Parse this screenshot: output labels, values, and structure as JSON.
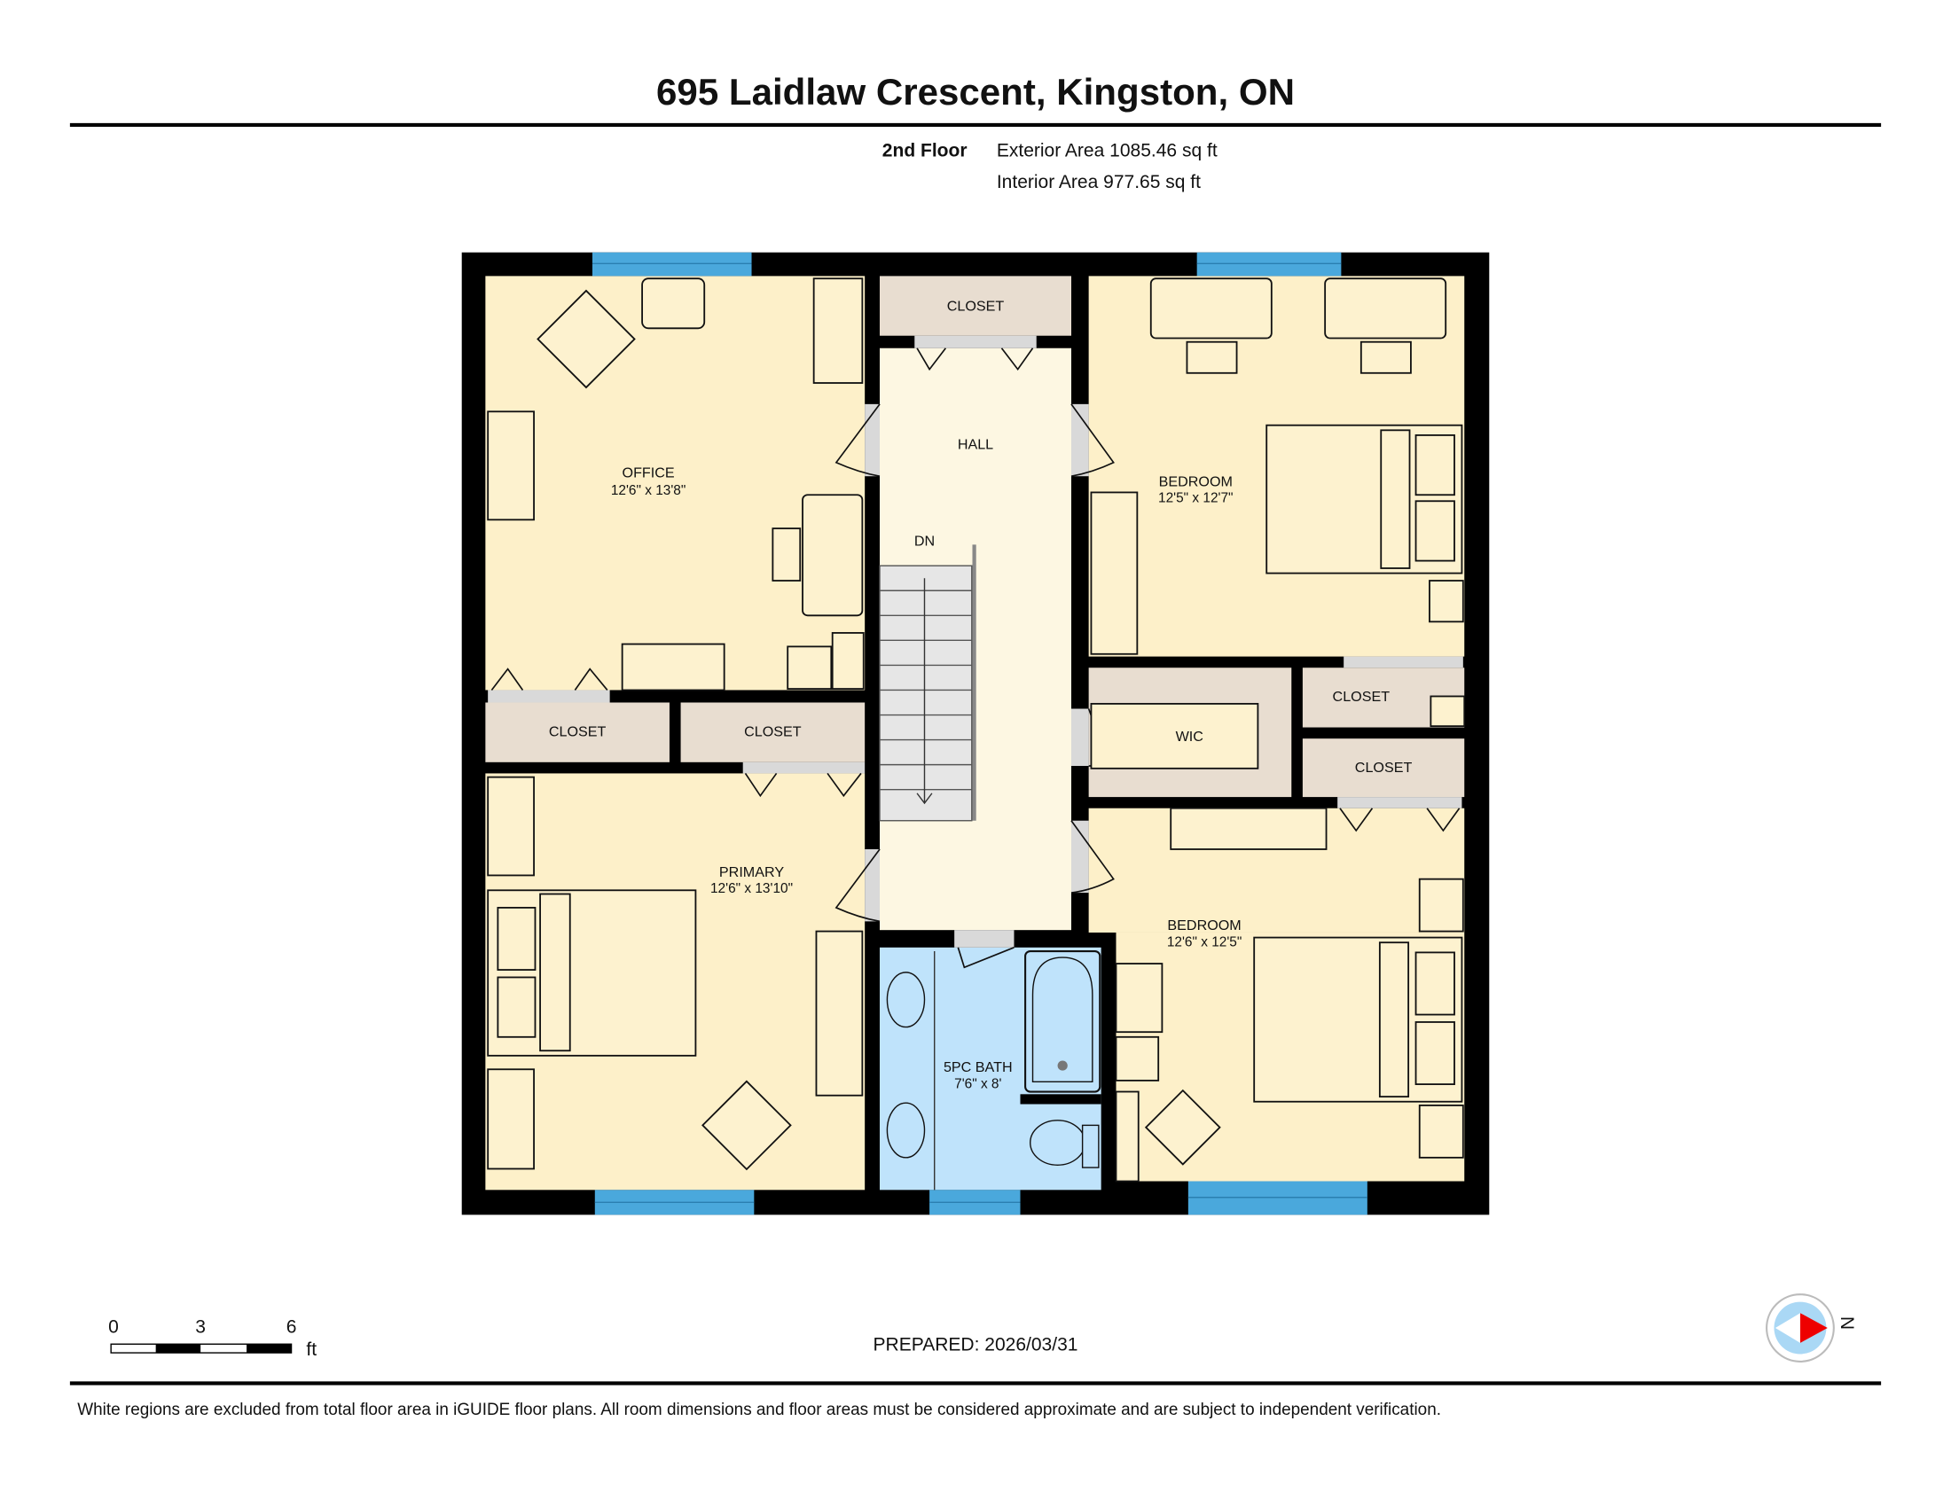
{
  "header": {
    "title": "695 Laidlaw Crescent, Kingston, ON",
    "floor": "2nd Floor",
    "exterior_area": "Exterior Area 1085.46 sq ft",
    "interior_area": "Interior Area 977.65 sq ft"
  },
  "rooms": {
    "office": {
      "name": "OFFICE",
      "dims": "12'6\" x 13'8\""
    },
    "primary": {
      "name": "PRIMARY",
      "dims": "12'6\" x 13'10\""
    },
    "hall": {
      "name": "HALL"
    },
    "stairs": {
      "label": "DN"
    },
    "closet_top": {
      "name": "CLOSET"
    },
    "closet_left1": {
      "name": "CLOSET"
    },
    "closet_left2": {
      "name": "CLOSET"
    },
    "bedroom1": {
      "name": "BEDROOM",
      "dims": "12'5\" x 12'7\""
    },
    "wic": {
      "name": "WIC"
    },
    "closet_right1": {
      "name": "CLOSET"
    },
    "closet_right2": {
      "name": "CLOSET"
    },
    "bedroom2": {
      "name": "BEDROOM",
      "dims": "12'6\" x 12'5\""
    },
    "bath": {
      "name": "5PC BATH",
      "dims": "7'6\" x 8'"
    }
  },
  "scale_bar": {
    "ticks": [
      "0",
      "3",
      "6"
    ],
    "unit": "ft"
  },
  "prepared": "PREPARED: 2026/03/31",
  "compass": {
    "label": "N"
  },
  "footer": {
    "disclaimer": "White regions are excluded from total floor area in iGUIDE floor plans. All room dimensions and floor areas must be considered approximate and are subject to independent verification."
  },
  "colors": {
    "room": "#fdf0c9",
    "hall": "#fdf7e2",
    "closet": "#e8ddd0",
    "bath": "#bfe3fb",
    "window": "#4aa8dc",
    "wall": "#000000"
  }
}
